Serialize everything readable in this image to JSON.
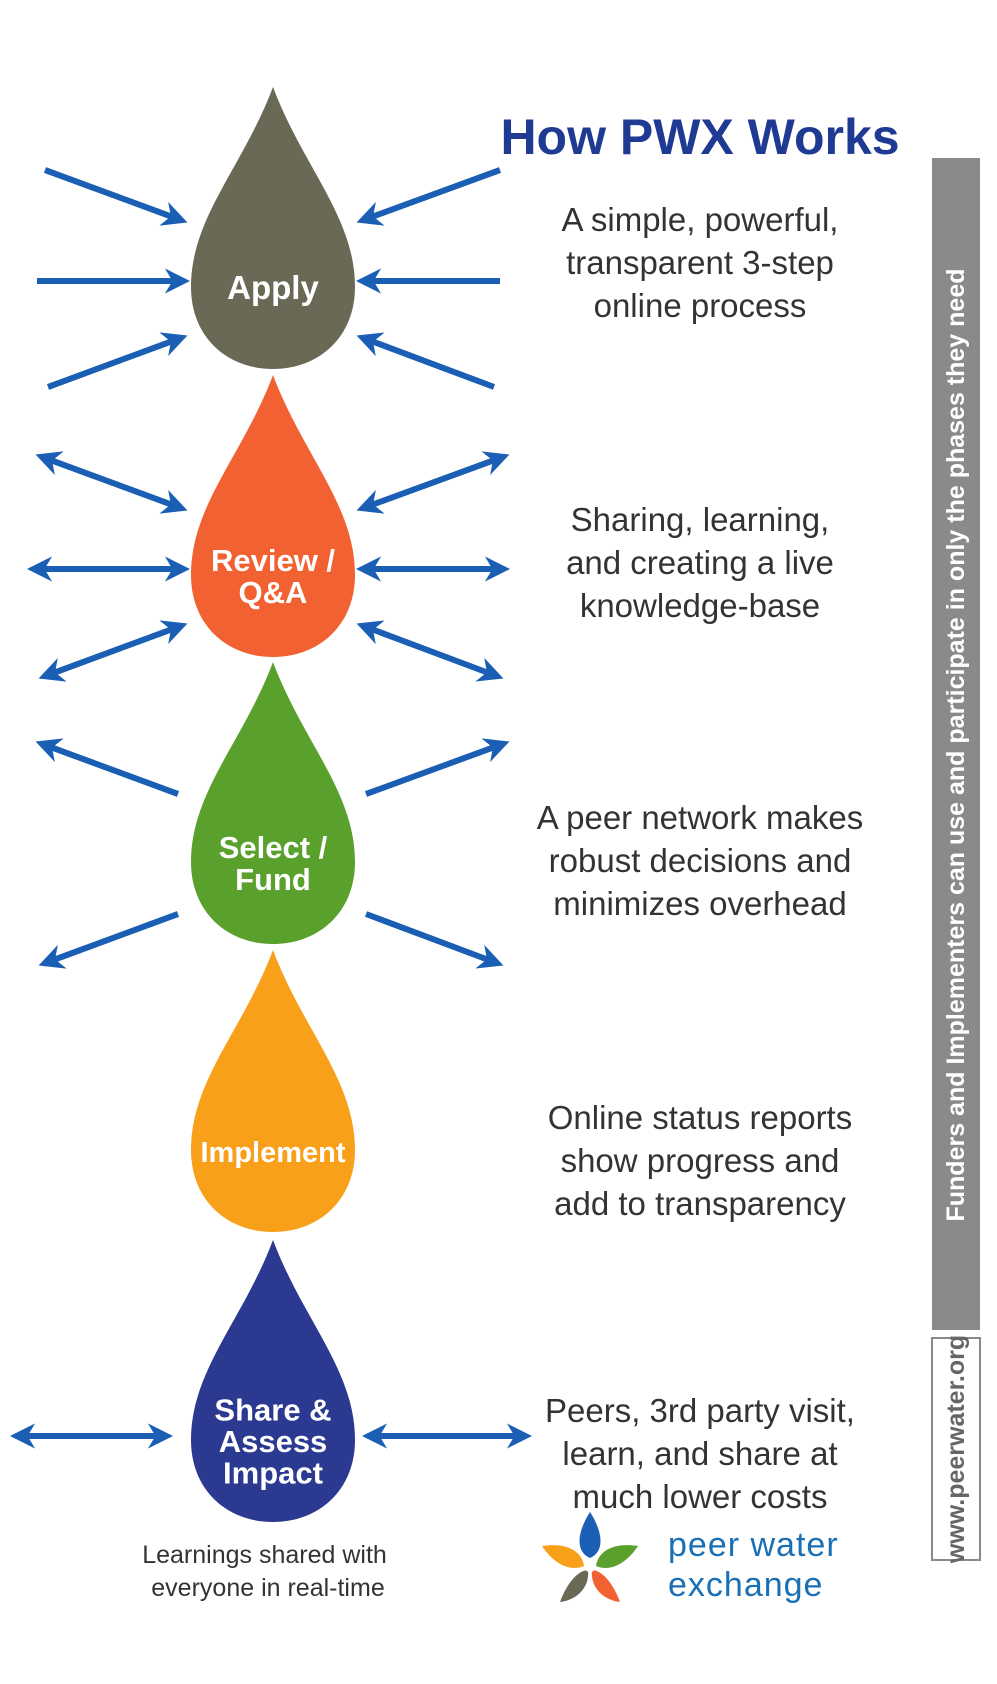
{
  "title": "How PWX Works",
  "colors": {
    "title": "#1f3a93",
    "arrow": "#1a5fb4",
    "apply": "#696955",
    "review": "#f26132",
    "select": "#5aa02c",
    "implement": "#f9a01b",
    "share": "#2b3990",
    "sidebar": "#8a8a8a",
    "logo_text": "#1a6fb5"
  },
  "steps": [
    {
      "label_lines": [
        "Apply"
      ],
      "description_lines": [
        "A simple, powerful,",
        "transparent 3-step",
        "online process"
      ],
      "arrows": "inward"
    },
    {
      "label_lines": [
        "Review /",
        "Q&A"
      ],
      "description_lines": [
        "Sharing, learning,",
        "and creating a live",
        "knowledge-base"
      ],
      "arrows": "bidirectional"
    },
    {
      "label_lines": [
        "Select /",
        "Fund"
      ],
      "description_lines": [
        "A peer network makes",
        "robust decisions and",
        "minimizes overhead"
      ],
      "arrows": "outward"
    },
    {
      "label_lines": [
        "Implement"
      ],
      "description_lines": [
        "Online status reports",
        "show progress and",
        "add to transparency"
      ],
      "arrows": "none"
    },
    {
      "label_lines": [
        "Share &",
        "Assess",
        "Impact"
      ],
      "description_lines": [
        "Peers, 3rd party visit,",
        "learn, and share at",
        "much lower costs"
      ],
      "arrows": "bidirectional-horizontal"
    }
  ],
  "footnote_lines": [
    "Learnings shared with",
    "everyone in real-time"
  ],
  "sidebar_text": "Funders and Implementers can use and participate in only the phases they need",
  "url": "www.peerwater.org",
  "logo": {
    "line1": "peer water",
    "line2": "exchange",
    "icon": "star-flower-icon"
  }
}
